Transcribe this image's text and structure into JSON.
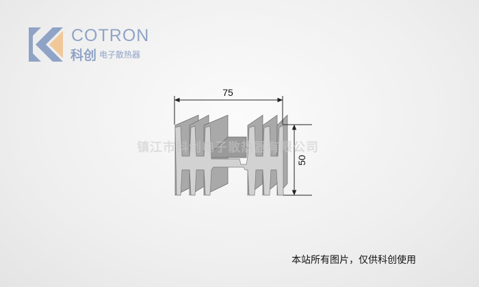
{
  "logo": {
    "brand": "COTRON",
    "brand_cn": "科创",
    "subtitle": "电子散热器"
  },
  "drawing": {
    "width_label": "75",
    "height_label": "50"
  },
  "watermark": "镇江市科创电子散热器有限公司",
  "footer": "本站所有图片，仅供科创使用",
  "colors": {
    "logo_blue": "#8fa3c6",
    "logo_orange": "#f1c79a"
  }
}
